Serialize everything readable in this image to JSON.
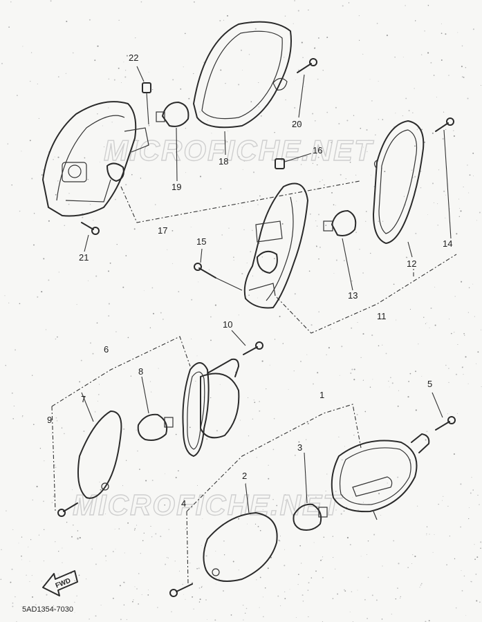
{
  "watermarks": [
    "MICROFICHE.NET",
    "MICROFICHE.NET"
  ],
  "direction_label": "FWD",
  "drawing_code": "5AD1354-7030",
  "part_numbers": {
    "p1": "1",
    "p2": "2",
    "p3": "3",
    "p4": "4",
    "p5": "5",
    "p6": "6",
    "p7": "7",
    "p8": "8",
    "p9": "9",
    "p10": "10",
    "p11": "11",
    "p12": "12",
    "p13": "13",
    "p14": "14",
    "p15": "15",
    "p16": "16",
    "p17": "17",
    "p18": "18",
    "p19": "19",
    "p20": "20",
    "p21": "21",
    "p22": "22"
  }
}
